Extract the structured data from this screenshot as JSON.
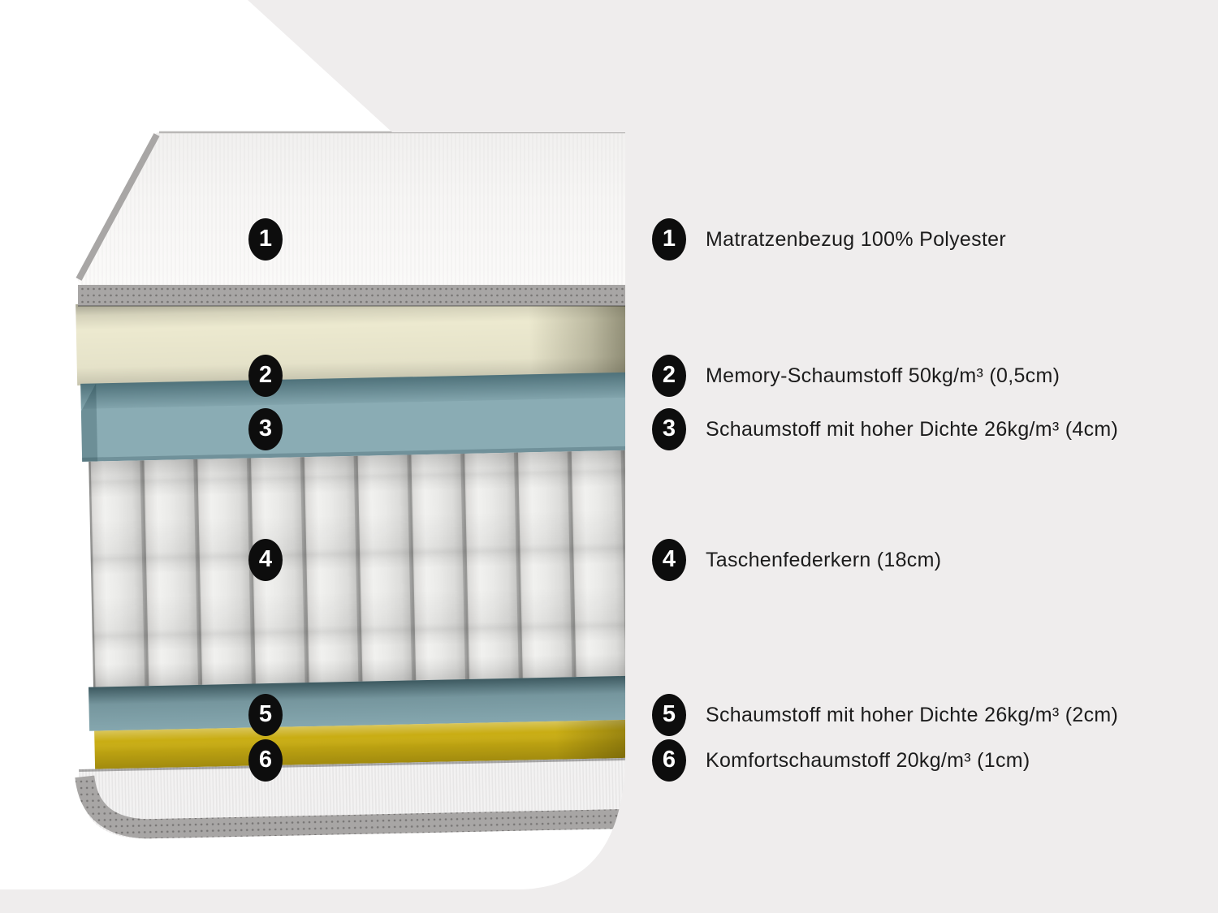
{
  "diagram": {
    "title": "mattress-layer-cutaway",
    "legend": {
      "items": [
        {
          "number": "1",
          "label": "Matratzenbezug 100% Polyester"
        },
        {
          "number": "2",
          "label": "Memory-Schaumstoff 50kg/m³ (0,5cm)"
        },
        {
          "number": "3",
          "label": "Schaumstoff mit hoher Dichte 26kg/m³ (4cm)"
        },
        {
          "number": "4",
          "label": "Taschenfederkern (18cm)"
        },
        {
          "number": "5",
          "label": "Schaumstoff mit hoher Dichte 26kg/m³ (2cm)"
        },
        {
          "number": "6",
          "label": "Komfortschaumstoff 20kg/m³ (1cm)"
        }
      ]
    }
  },
  "colors": {
    "page_bg": "#efeded",
    "photo_bg": "#ffffff",
    "marker_bg": "#0d0d0d",
    "marker_text": "#ffffff",
    "label_text": "#1c1c1c",
    "cover_fabric": "#f5f4f3",
    "bottom_cover": "#f3f2f2",
    "piping": "#a8a6a5",
    "memory_foam": "#ece9cf",
    "hd_foam": "#8aacb4",
    "springs_fabric": "#ebebe9",
    "comfort_foam": "#c9ad13"
  }
}
